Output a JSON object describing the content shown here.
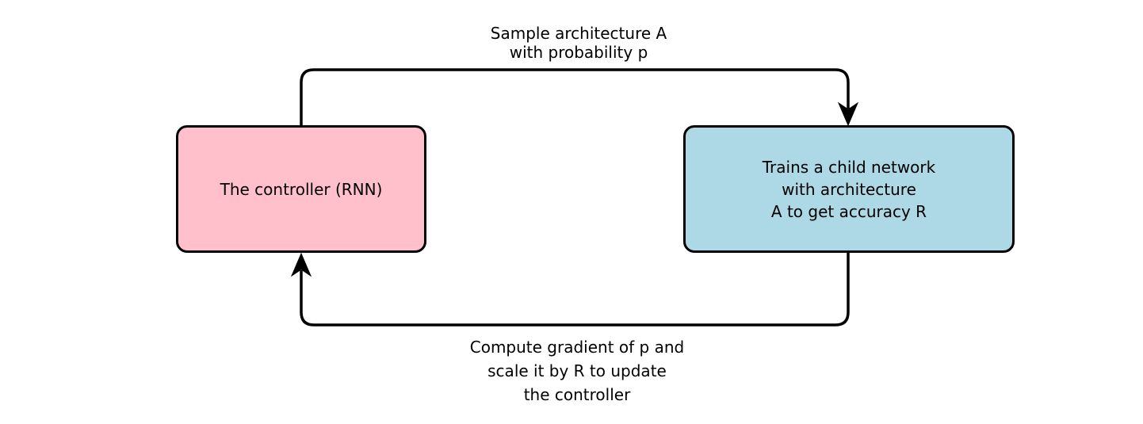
{
  "diagram": {
    "type": "flowchart-loop",
    "nodes": [
      {
        "id": "controller",
        "label": "The controller (RNN)",
        "fill": "#ffc0cb",
        "border": "#000000"
      },
      {
        "id": "child-network",
        "label": "Trains a child network\nwith architecture\nA to get accuracy R",
        "fill": "#add8e6",
        "border": "#000000"
      }
    ],
    "edges": [
      {
        "from": "controller",
        "to": "child-network",
        "label": "Sample architecture A\nwith probability p"
      },
      {
        "from": "child-network",
        "to": "controller",
        "label": "Compute gradient of p and\nscale it by R to update\nthe controller"
      }
    ],
    "colors": {
      "background": "#ffffff",
      "controller_fill": "#ffc0cb",
      "child_fill": "#add8e6",
      "line": "#000000"
    }
  }
}
